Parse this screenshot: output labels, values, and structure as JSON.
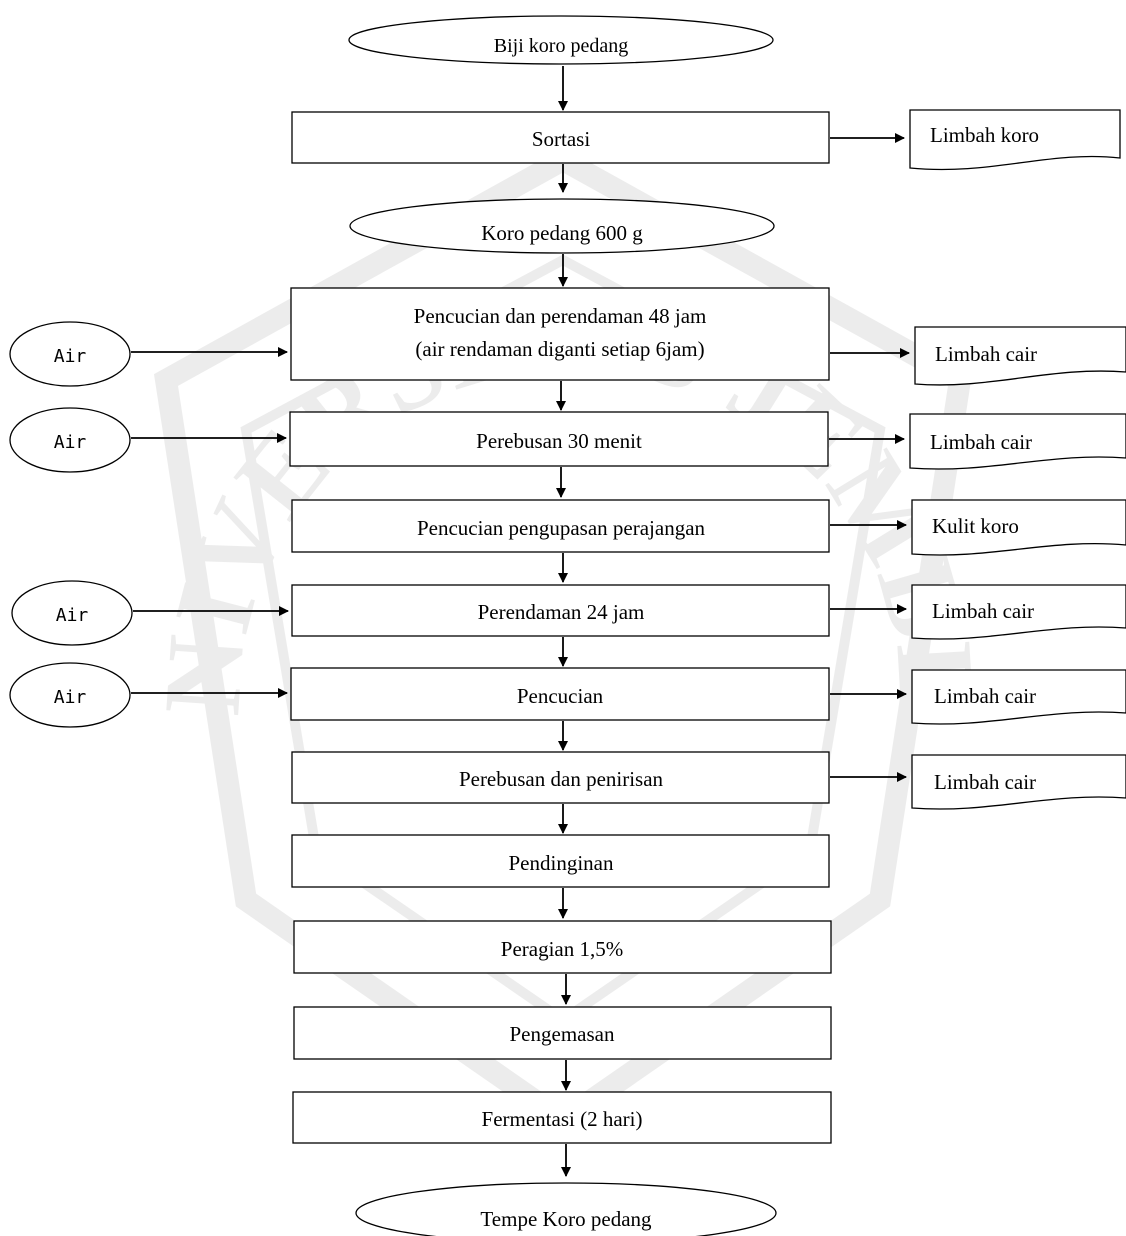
{
  "start": "Biji koro pedang",
  "steps": {
    "sortasi": "Sortasi",
    "koro600": "Koro pedang 600 g",
    "rendam48_line1": "Pencucian dan perendaman 48 jam",
    "rendam48_line2": "(air rendaman diganti setiap 6jam)",
    "rebus30": "Perebusan 30 menit",
    "kupas": "Pencucian pengupasan perajangan",
    "rendam24": "Perendaman 24 jam",
    "cuci": "Pencucian",
    "rebus_tiris": "Perebusan dan penirisan",
    "dingin": "Pendinginan",
    "ragi": "Peragian 1,5%",
    "kemas": "Pengemasan",
    "fermentasi": "Fermentasi (2 hari)"
  },
  "end": "Tempe Koro pedang",
  "inputs": [
    "Air",
    "Air",
    "Air",
    "Air"
  ],
  "outputs": [
    "Limbah koro",
    "Limbah cair",
    "Limbah cair",
    "Kulit koro",
    "Limbah cair",
    "Limbah cair",
    "Limbah cair"
  ],
  "watermark": "UNIVERSITAS JEMBER"
}
